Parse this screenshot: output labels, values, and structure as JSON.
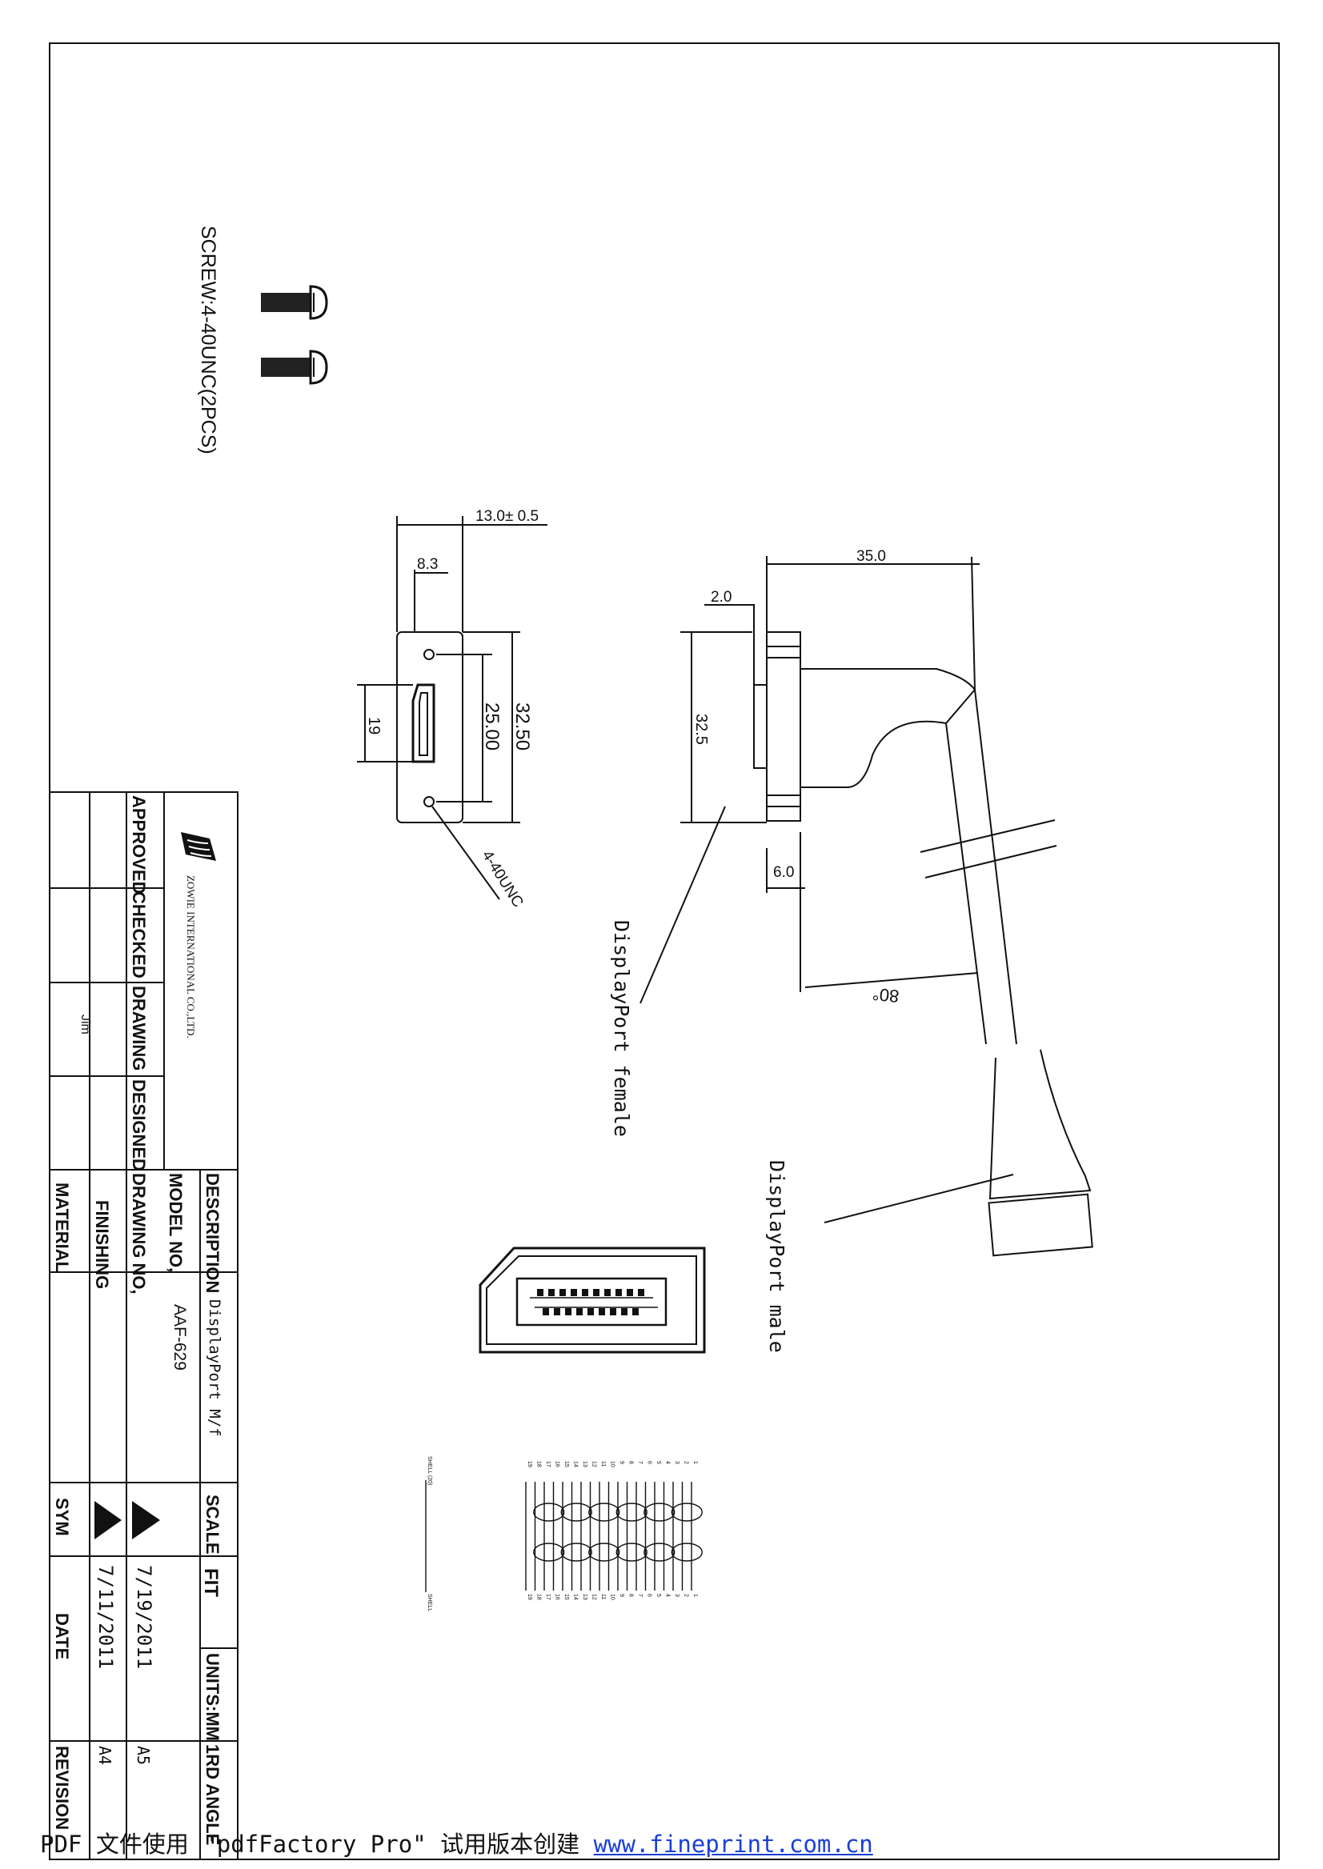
{
  "screw_note": "SCREW:4-40UNC(2PCS)",
  "female_front_view": {
    "dims": {
      "total_width": "13.0± 0.5",
      "offset": "8.3",
      "height": "32.50",
      "hole_pitch": "25.00",
      "opening": "19"
    },
    "screw_callout": "4-40UNC"
  },
  "side_view": {
    "dims": {
      "length": "35.0",
      "flange": "2.0",
      "height": "32.5",
      "step": "6.0",
      "angle": "80°"
    },
    "labels": {
      "female": "DisplayPort female",
      "male": "DisplayPort male"
    }
  },
  "wiring": {
    "left_pins": [
      "1",
      "2",
      "3",
      "4",
      "5",
      "6",
      "7",
      "8",
      "9",
      "10",
      "11",
      "12",
      "13",
      "14",
      "15",
      "16",
      "17",
      "18",
      "19"
    ],
    "right_pins": [
      "1",
      "2",
      "3",
      "4",
      "5",
      "6",
      "7",
      "8",
      "9",
      "10",
      "11",
      "12",
      "13",
      "14",
      "15",
      "16",
      "17",
      "18",
      "19"
    ],
    "shell_left": "SHELL (20)",
    "shell_right": "SHELL"
  },
  "title_block": {
    "company": "ZOWIE INTERNATIONAL CO.,LTD.",
    "sign_headers": [
      "APPROVED",
      "CHECKED",
      "DRAWING",
      "DESIGNED"
    ],
    "drawn_by": "Jim",
    "info_labels": [
      "DESCRIPTION",
      "MODEL NO,",
      "DRAWING NO,",
      "FINISHING",
      "MATERIAL"
    ],
    "description": "DisplayPort M/f",
    "model_no": "AAF-629",
    "drawing_no": "",
    "finishing": "",
    "material": "",
    "scale_label": "SCALE",
    "scale_value": "FIT",
    "units": "UNITS:MM",
    "angle": "1RD ANGLE",
    "sym_label": "SYM",
    "date_label": "DATE",
    "revision_label": "REVISION",
    "rev_dates": [
      "7/19/2011",
      "7/11/2011"
    ],
    "rev_codes": [
      "A5",
      "A4"
    ]
  },
  "footer": {
    "text": "PDF 文件使用 \"pdfFactory Pro\" 试用版本创建 ",
    "link": "www.fineprint.com.cn"
  }
}
